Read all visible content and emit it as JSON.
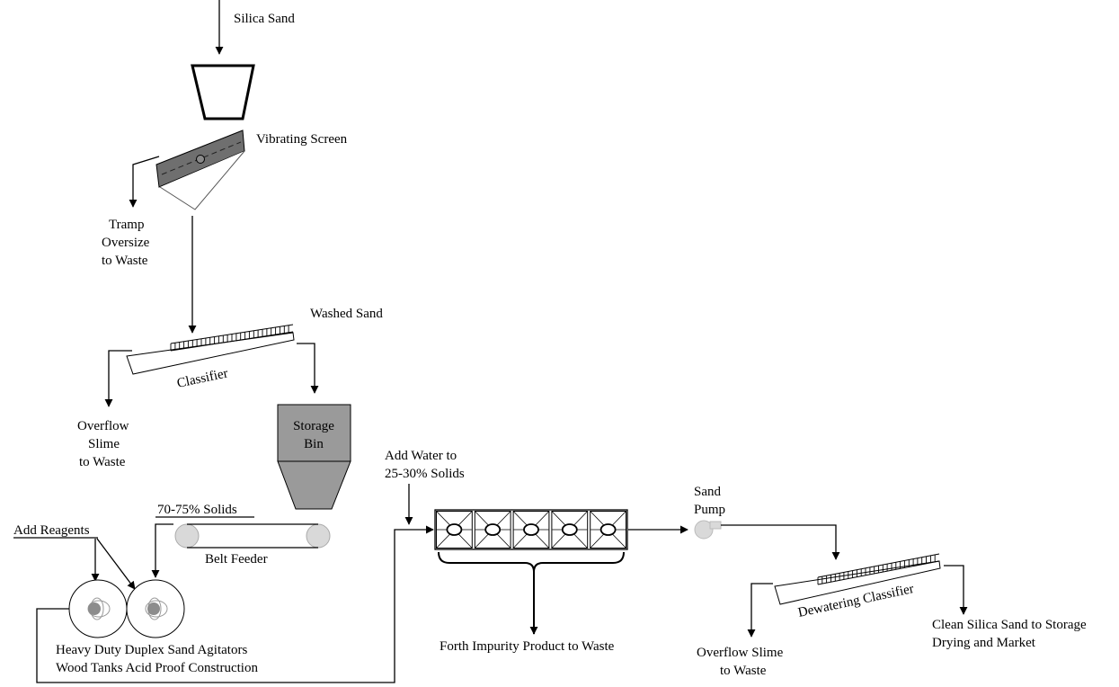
{
  "labels": {
    "silica_sand": "Silica Sand",
    "vibrating_screen": "Vibrating Screen",
    "tramp_1": "Tramp",
    "tramp_2": "Oversize",
    "tramp_3": "to Waste",
    "washed_sand": "Washed Sand",
    "classifier": "Classifier",
    "overflow1_1": "Overflow",
    "overflow1_2": "Slime",
    "overflow1_3": "to Waste",
    "storage_bin_1": "Storage",
    "storage_bin_2": "Bin",
    "solids_70": "70-75% Solids",
    "belt_feeder": "Belt Feeder",
    "add_reagents": "Add Reagents",
    "agitators_1": "Heavy Duty Duplex Sand Agitators",
    "agitators_2": "Wood Tanks  Acid Proof Construction",
    "add_water_1": "Add  Water to",
    "add_water_2": "25-30% Solids",
    "froth": "Forth Impurity Product to Waste",
    "sand_pump_1": "Sand",
    "sand_pump_2": "Pump",
    "dewatering": "Dewatering Classifier",
    "overflow2_1": "Overflow  Slime",
    "overflow2_2": "to Waste",
    "clean_1": "Clean Silica Sand  to Storage",
    "clean_2": "Drying and Market"
  },
  "colors": {
    "line": "#000000",
    "screen_fill": "#6f6f6f",
    "bin_fill": "#9a9a9a",
    "roller_fill": "#d9d9d9",
    "agitator_core": "#8c8c8c"
  }
}
